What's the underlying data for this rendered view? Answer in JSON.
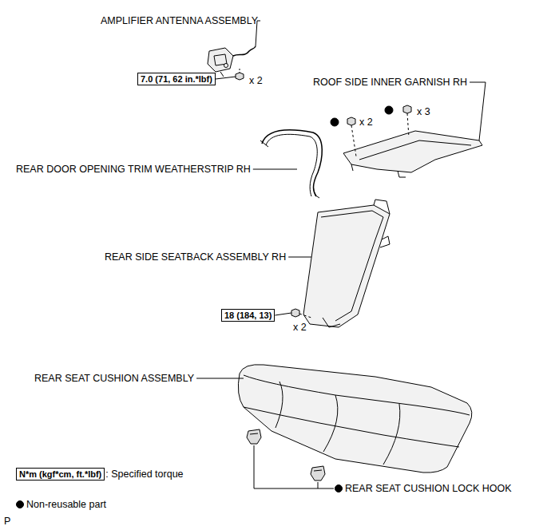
{
  "diagram": {
    "nodes": [
      {
        "text": [
          "7.0 (71, 62 in.*lbf)"
        ]
      },
      {
        "text": [
          "18 (184, 13)"
        ]
      },
      {
        "text": [
          "N*m (kgf*cm, ft.*lbf)"
        ]
      }
    ],
    "labels": [
      "AMPLIFIER ANTENNA ASSEMBLY",
      "x 2",
      "ROOF SIDE INNER GARNISH RH",
      "x 3",
      "x 2",
      "REAR DOOR OPENING TRIM WEATHERSTRIP RH",
      "REAR SIDE SEATBACK ASSEMBLY RH",
      "x 2",
      "REAR SEAT CUSHION ASSEMBLY",
      "REAR SEAT CUSHION LOCK HOOK",
      "P"
    ],
    "legend": [
      {
        "text": ": Specified torque"
      },
      {
        "text": "Non-reusable part"
      }
    ]
  }
}
